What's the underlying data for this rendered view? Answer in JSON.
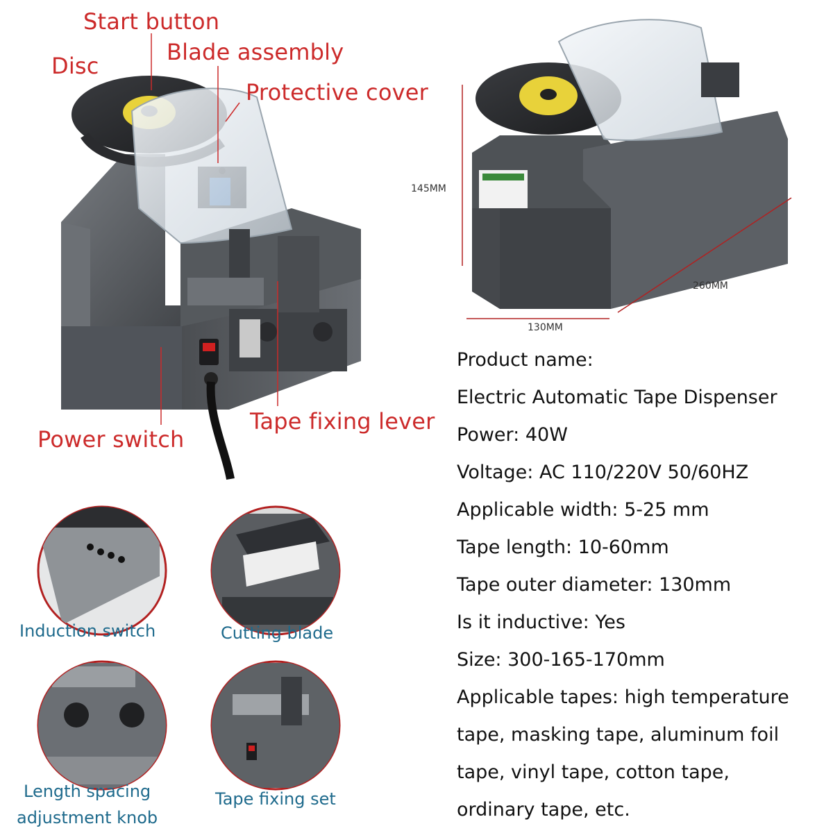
{
  "callouts": {
    "start_button": "Start button",
    "blade_assembly": "Blade assembly",
    "disc": "Disc",
    "protective_cover": "Protective cover",
    "tape_fixing_lever": "Tape fixing lever",
    "power_switch": "Power switch"
  },
  "dimensions": {
    "height": "145MM",
    "length": "260MM",
    "width": "130MM"
  },
  "specs": {
    "name_label": "Product name:",
    "name_value": "Electric Automatic Tape Dispenser",
    "power": "Power: 40W",
    "voltage": "Voltage: AC 110/220V 50/60HZ",
    "width": "Applicable width: 5-25 mm",
    "tape_length": "Tape length: 10-60mm",
    "diameter": "Tape outer diameter: 130mm",
    "inductive": "Is it inductive: Yes",
    "size": "Size: 300-165-170mm",
    "tapes_1": "Applicable tapes: high temperature",
    "tapes_2": "tape, masking tape, aluminum foil",
    "tapes_3": "tape, vinyl tape, cotton tape,",
    "tapes_4": "ordinary tape, etc."
  },
  "details": {
    "induction_switch": "Induction switch",
    "cutting_blade": "Cutting blade",
    "length_knob_1": "Length spacing",
    "length_knob_2": "adjustment knob",
    "tape_fixing_set": "Tape fixing set"
  },
  "colors": {
    "callout": "#cc2a2a",
    "caption": "#1e6a8c",
    "body_gray": "#5b5f63",
    "disc_yellow": "#e8d23a"
  }
}
